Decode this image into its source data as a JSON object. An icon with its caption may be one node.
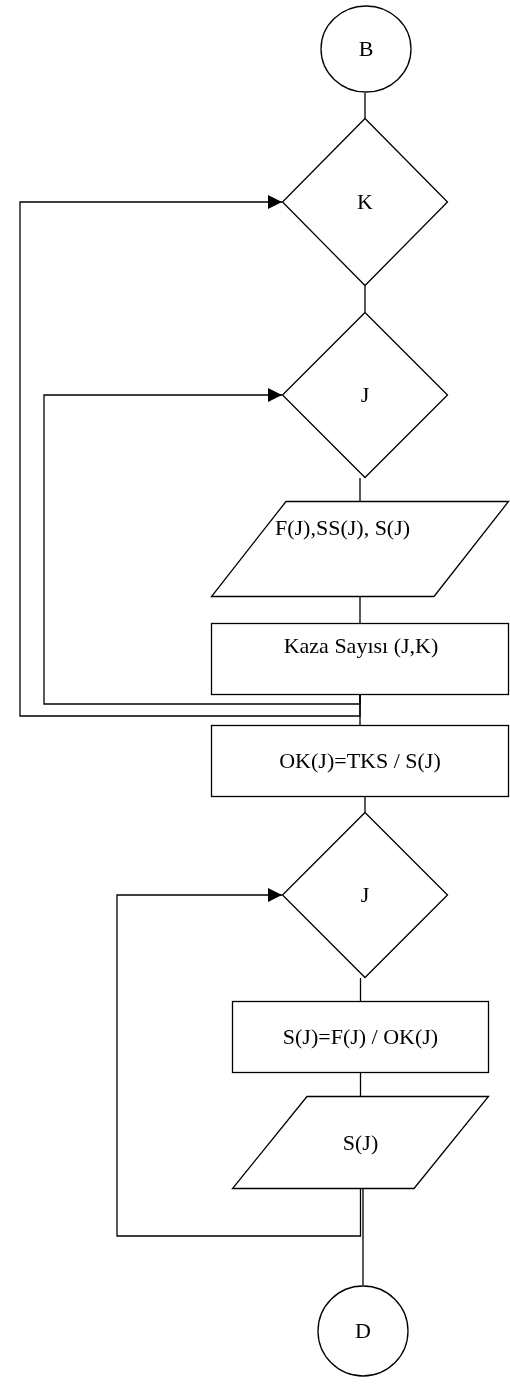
{
  "diagram": {
    "nodes": [
      {
        "text": [
          "B"
        ]
      },
      {
        "text": [
          "K"
        ]
      },
      {
        "text": [
          "J"
        ]
      },
      {
        "text": [
          "F(J),SS(J), S(J)"
        ]
      },
      {
        "text": [
          "Kaza Sayısı (J,K)"
        ]
      },
      {
        "text": [
          "OK(J)=TKS / S(J)"
        ]
      },
      {
        "text": [
          "J"
        ]
      },
      {
        "text": [
          "S(J)=F(J) / OK(J)"
        ]
      },
      {
        "text": [
          "S(J)"
        ]
      },
      {
        "text": [
          "D"
        ]
      }
    ],
    "edges": [
      {
        "from": 0,
        "to": 1,
        "arrow": "none"
      },
      {
        "from": 1,
        "to": 2,
        "arrow": "none"
      },
      {
        "from": 2,
        "to": 3,
        "arrow": "none"
      },
      {
        "from": 3,
        "to": 4,
        "arrow": "none"
      },
      {
        "from": 4,
        "to": 5,
        "arrow": "none"
      },
      {
        "from": 4,
        "to": 2,
        "arrow": "to"
      },
      {
        "from": 4,
        "to": 1,
        "arrow": "to"
      },
      {
        "from": 5,
        "to": 6,
        "arrow": "none"
      },
      {
        "from": 6,
        "to": 7,
        "arrow": "none"
      },
      {
        "from": 7,
        "to": 8,
        "arrow": "none"
      },
      {
        "from": 8,
        "to": 9,
        "arrow": "none"
      },
      {
        "from": 8,
        "to": 6,
        "arrow": "to"
      }
    ]
  }
}
